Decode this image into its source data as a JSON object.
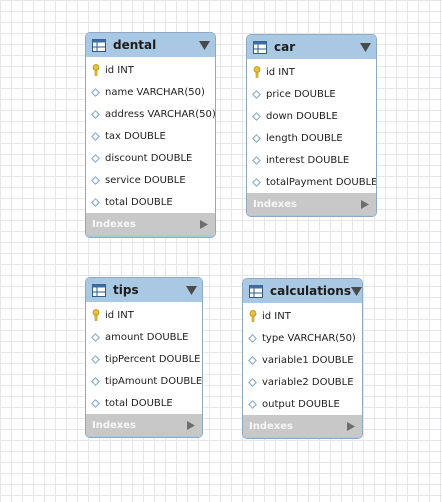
{
  "tables": [
    {
      "id": "dental",
      "name": "dental",
      "columns": [
        {
          "pk": true,
          "text": "id INT"
        },
        {
          "pk": false,
          "text": "name VARCHAR(50)"
        },
        {
          "pk": false,
          "text": "address VARCHAR(50)"
        },
        {
          "pk": false,
          "text": "tax DOUBLE"
        },
        {
          "pk": false,
          "text": "discount DOUBLE"
        },
        {
          "pk": false,
          "text": "service DOUBLE"
        },
        {
          "pk": false,
          "text": "total DOUBLE"
        }
      ],
      "indexes_label": "Indexes"
    },
    {
      "id": "car",
      "name": "car",
      "columns": [
        {
          "pk": true,
          "text": "id INT"
        },
        {
          "pk": false,
          "text": "price DOUBLE"
        },
        {
          "pk": false,
          "text": "down DOUBLE"
        },
        {
          "pk": false,
          "text": "length DOUBLE"
        },
        {
          "pk": false,
          "text": "interest DOUBLE"
        },
        {
          "pk": false,
          "text": "totalPayment DOUBLE"
        }
      ],
      "indexes_label": "Indexes"
    },
    {
      "id": "tips",
      "name": "tips",
      "columns": [
        {
          "pk": true,
          "text": "id INT"
        },
        {
          "pk": false,
          "text": "amount DOUBLE"
        },
        {
          "pk": false,
          "text": "tipPercent DOUBLE"
        },
        {
          "pk": false,
          "text": "tipAmount DOUBLE"
        },
        {
          "pk": false,
          "text": "total DOUBLE"
        }
      ],
      "indexes_label": "Indexes"
    },
    {
      "id": "calculations",
      "name": "calculations",
      "columns": [
        {
          "pk": true,
          "text": "id INT"
        },
        {
          "pk": false,
          "text": "type VARCHAR(50)"
        },
        {
          "pk": false,
          "text": "variable1 DOUBLE"
        },
        {
          "pk": false,
          "text": "variable2 DOUBLE"
        },
        {
          "pk": false,
          "text": "output DOUBLE"
        }
      ],
      "indexes_label": "Indexes"
    }
  ],
  "colors": {
    "header": "#a9c8e4",
    "indexes_band": "#c8c8c8",
    "grid": "#e6e6ea",
    "key": "#e8c23a",
    "diamond": "#7aa7c9"
  },
  "icons": {
    "table": "table-grid-icon",
    "primary_key": "key-icon",
    "column": "diamond-icon",
    "collapse": "chevron-down-icon",
    "expand_indexes": "play-icon"
  }
}
